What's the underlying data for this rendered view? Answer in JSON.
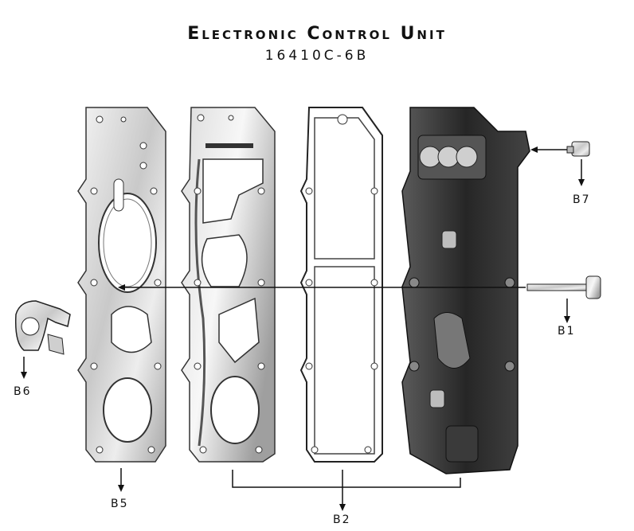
{
  "title": "Electronic Control Unit",
  "subtitle": "16410C-6B",
  "callouts": {
    "b1": "B1",
    "b2": "B2",
    "b5": "B5",
    "b6": "B6",
    "b7": "B7"
  },
  "colors": {
    "plate_light": "#e8e8e8",
    "plate_dark": "#9a9a9a",
    "housing": "#2b2b2b",
    "line": "#111111"
  }
}
